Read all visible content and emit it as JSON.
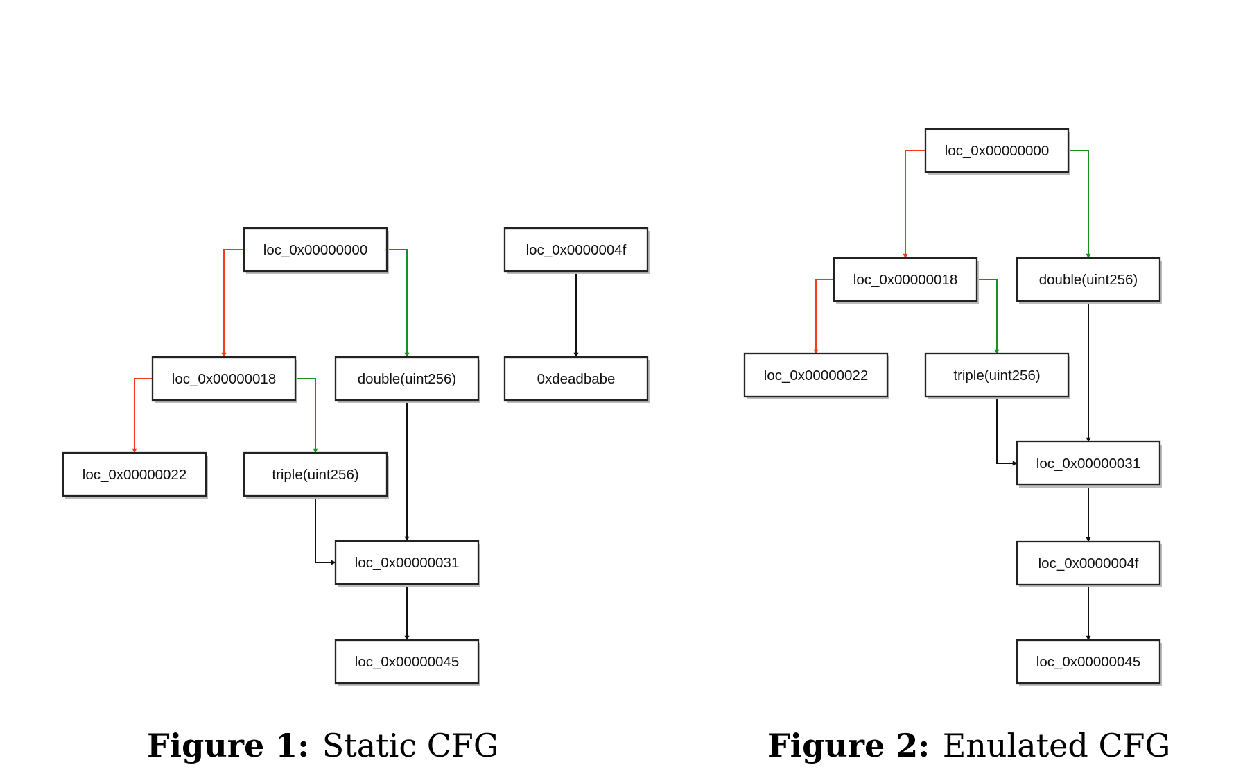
{
  "colors": {
    "false_edge": "#f03c18",
    "true_edge": "#18921c",
    "plain_edge": "#111111"
  },
  "figures": [
    {
      "caption": {
        "label": "Figure 1:",
        "text": "Static CFG"
      },
      "nodes": [
        {
          "id": "a0",
          "label": "loc_0x00000000"
        },
        {
          "id": "a4f",
          "label": "loc_0x0000004f"
        },
        {
          "id": "a18",
          "label": "loc_0x00000018"
        },
        {
          "id": "adbl",
          "label": "double(uint256)"
        },
        {
          "id": "adead",
          "label": "0xdeadbabe"
        },
        {
          "id": "a22",
          "label": "loc_0x00000022"
        },
        {
          "id": "atrp",
          "label": "triple(uint256)"
        },
        {
          "id": "a31",
          "label": "loc_0x00000031"
        },
        {
          "id": "a45",
          "label": "loc_0x00000045"
        }
      ],
      "edges": [
        {
          "from": "a0",
          "to": "a18",
          "kind": "false"
        },
        {
          "from": "a0",
          "to": "adbl",
          "kind": "true"
        },
        {
          "from": "a18",
          "to": "a22",
          "kind": "false"
        },
        {
          "from": "a18",
          "to": "atrp",
          "kind": "true"
        },
        {
          "from": "adbl",
          "to": "a31",
          "kind": "plain"
        },
        {
          "from": "atrp",
          "to": "a31",
          "kind": "plain"
        },
        {
          "from": "a31",
          "to": "a45",
          "kind": "plain"
        },
        {
          "from": "a4f",
          "to": "adead",
          "kind": "plain"
        }
      ]
    },
    {
      "caption": {
        "label": "Figure 2:",
        "text": "Enulated CFG"
      },
      "nodes": [
        {
          "id": "b0",
          "label": "loc_0x00000000"
        },
        {
          "id": "b18",
          "label": "loc_0x00000018"
        },
        {
          "id": "bdbl",
          "label": "double(uint256)"
        },
        {
          "id": "b22",
          "label": "loc_0x00000022"
        },
        {
          "id": "btrp",
          "label": "triple(uint256)"
        },
        {
          "id": "b31",
          "label": "loc_0x00000031"
        },
        {
          "id": "b4f",
          "label": "loc_0x0000004f"
        },
        {
          "id": "b45",
          "label": "loc_0x00000045"
        }
      ],
      "edges": [
        {
          "from": "b0",
          "to": "b18",
          "kind": "false"
        },
        {
          "from": "b0",
          "to": "bdbl",
          "kind": "true"
        },
        {
          "from": "b18",
          "to": "b22",
          "kind": "false"
        },
        {
          "from": "b18",
          "to": "btrp",
          "kind": "true"
        },
        {
          "from": "bdbl",
          "to": "b31",
          "kind": "plain"
        },
        {
          "from": "btrp",
          "to": "b31",
          "kind": "plain"
        },
        {
          "from": "b31",
          "to": "b4f",
          "kind": "plain"
        },
        {
          "from": "b4f",
          "to": "b45",
          "kind": "plain"
        }
      ]
    }
  ]
}
